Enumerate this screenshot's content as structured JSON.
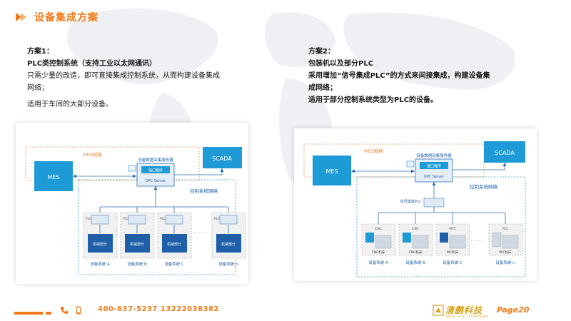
{
  "slide": {
    "title": "设备集成方案",
    "page": "Page20",
    "phone": "400-637-5237  13222038382",
    "logo_cn": "清鹏科技",
    "logo_en": "SPEED AUTO TECHNOLOGY"
  },
  "scheme1": {
    "heading": "方案1：",
    "lines": [
      "PLC类控制系统（支持工业以太网通讯）",
      "只需少量的改造，即可直接集成控制系统，从而构建设备集成",
      "网络；",
      "适用于车间的大部分设备。"
    ],
    "diagram": {
      "mes": "MES",
      "scada": "SCADA",
      "mes_net": "MES网络",
      "server_label": "设备数据采集服务器",
      "interface": "接口程序",
      "opc": "OPC Server",
      "ctrl_net": "控制系统网络",
      "plc": "PLC",
      "mech": "机械部分",
      "dots": "· · · · ·",
      "devices": [
        "设备系统 A",
        "设备系统 B",
        "设备系统 C",
        "设备系统 n"
      ]
    }
  },
  "scheme2": {
    "heading": "方案2：",
    "lines": [
      "包装机以及部分PLC",
      "采用增加“信号集成PLC”的方式来间接集成，构建设备集",
      "成网络；",
      "适用于部分控制系统类型为PLC的设备。"
    ],
    "diagram": {
      "mes": "MES",
      "scada": "SCADA",
      "mes_net": "MES网络",
      "server_label": "设备数据采集服务器",
      "interface": "接口程序",
      "opc": "OPC Server",
      "ctrl_net": "控制系统网络",
      "signal_plc": "信号集成PLC",
      "dots": "· · · · ·",
      "devices": [
        {
          "top": "CNC",
          "label": "CNC机床",
          "name": "设备系统 A"
        },
        {
          "top": "CNC",
          "label": "CNC机床",
          "name": "设备系统 B"
        },
        {
          "top": "MTC",
          "label": "MC机床",
          "name": "设备系统 C"
        },
        {
          "top": "PLC",
          "label": "PLC机床",
          "name": "设备系统 n"
        }
      ]
    }
  },
  "colors": {
    "accent": "#f27a1a",
    "blue": "#1e9ad6",
    "line": "#2b6fb4",
    "dash": "#e08a3a"
  }
}
